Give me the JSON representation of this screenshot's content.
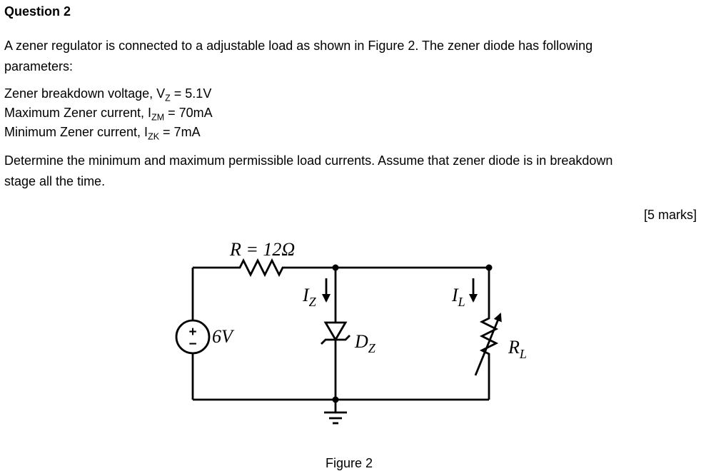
{
  "doc": {
    "title": "Question 2",
    "intro": {
      "line1": "A zener regulator is connected to a adjustable load as shown in Figure 2. The zener diode has following",
      "line2": "parameters:"
    },
    "params": [
      {
        "pre": "Zener breakdown voltage, V",
        "sub": "Z",
        "post": " = 5.1V"
      },
      {
        "pre": "Maximum Zener current, I",
        "sub": "ZM",
        "post": " = 70mA"
      },
      {
        "pre": "Minimum Zener current, I",
        "sub": "ZK",
        "post": " = 7mA"
      }
    ],
    "task": {
      "line1": "Determine the minimum and maximum permissible load currents. Assume that zener diode is in breakdown",
      "line2": "stage all the time."
    },
    "marks": "[5 marks]"
  },
  "circuit": {
    "resistor_label": "R = 12Ω",
    "source_label": "6V",
    "source_plus": "+",
    "source_minus": "−",
    "iz": {
      "main": "I",
      "sub": "Z"
    },
    "il": {
      "main": "I",
      "sub": "L"
    },
    "dz": {
      "main": "D",
      "sub": "Z"
    },
    "rl": {
      "main": "R",
      "sub": "L"
    },
    "caption": "Figure 2",
    "ink_color": "#000000"
  }
}
